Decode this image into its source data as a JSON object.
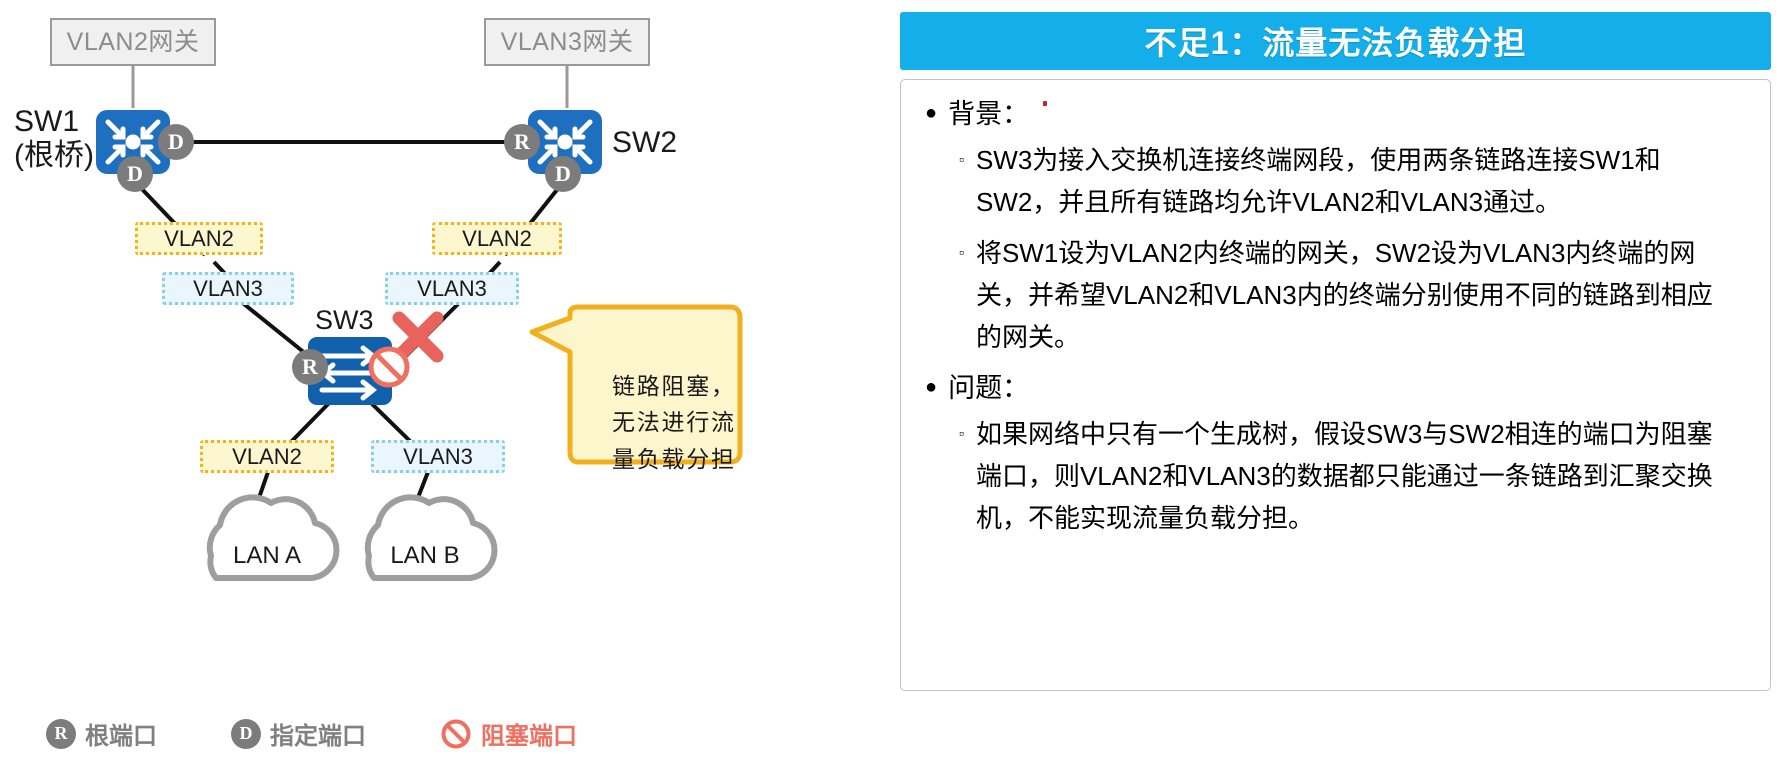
{
  "diagram": {
    "gateways": [
      {
        "label": "VLAN2网关"
      },
      {
        "label": "VLAN3网关"
      }
    ],
    "devices": [
      {
        "name": "SW1\n(根桥)"
      },
      {
        "name": "SW2"
      },
      {
        "name": "SW3"
      }
    ],
    "port_badges": [
      {
        "role": "D",
        "meaning": "designated"
      },
      {
        "role": "D",
        "meaning": "designated"
      },
      {
        "role": "R",
        "meaning": "root"
      },
      {
        "role": "D",
        "meaning": "designated"
      },
      {
        "role": "R",
        "meaning": "root"
      }
    ],
    "vlan_tags": [
      {
        "label": "VLAN2",
        "kind": "vlan2"
      },
      {
        "label": "VLAN3",
        "kind": "vlan3"
      },
      {
        "label": "VLAN2",
        "kind": "vlan2"
      },
      {
        "label": "VLAN3",
        "kind": "vlan3"
      },
      {
        "label": "VLAN2",
        "kind": "vlan2"
      },
      {
        "label": "VLAN3",
        "kind": "vlan3"
      }
    ],
    "clouds": [
      {
        "label": "LAN A"
      },
      {
        "label": "LAN B"
      }
    ],
    "callout": {
      "text": "链路阻塞，无法进行流量负载分担"
    },
    "legend": [
      {
        "icon": "R",
        "label": "根端口",
        "type": "badge"
      },
      {
        "icon": "D",
        "label": "指定端口",
        "type": "badge"
      },
      {
        "icon": "blocked",
        "label": "阻塞端口",
        "type": "blocked"
      }
    ],
    "colors": {
      "switch_blue": "#1f6fc0",
      "switch3_blue": "#1060ac",
      "badge_gray": "#7c7c7c",
      "vlan2_fill": "#fdf7cf",
      "vlan2_border": "#f0b323",
      "vlan3_fill": "#eaf6fd",
      "vlan3_border": "#8ccdee",
      "callout_fill": "#fdf6cd",
      "callout_border": "#f2b01e",
      "blocked_red": "#ef6f61",
      "cross_red": "#e8635c",
      "cloud_gray": "#9e9e9e",
      "gateway_gray": "#8c8c8c"
    }
  },
  "info": {
    "header": "不足1：流量无法负载分担",
    "sections": [
      {
        "title": "背景：",
        "points": [
          "SW3为接入交换机连接终端网段，使用两条链路连接SW1和SW2，并且所有链路均允许VLAN2和VLAN3通过。",
          "将SW1设为VLAN2内终端的网关，SW2设为VLAN3内终端的网关，并希望VLAN2和VLAN3内的终端分别使用不同的链路到相应的网关。"
        ]
      },
      {
        "title": "问题：",
        "points": [
          "如果网络中只有一个生成树，假设SW3与SW2相连的端口为阻塞端口，则VLAN2和VLAN3的数据都只能通过一条链路到汇聚交换机，不能实现流量负载分担。"
        ]
      }
    ]
  }
}
